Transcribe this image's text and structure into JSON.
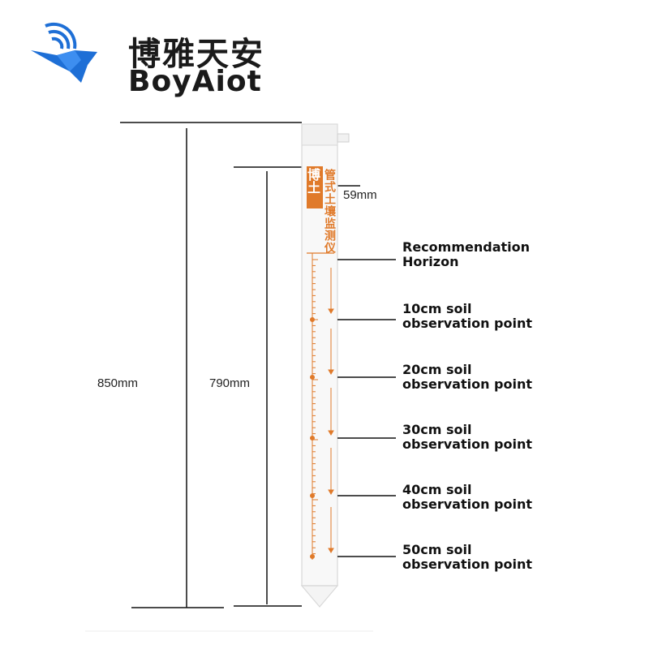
{
  "logo": {
    "name_cn": "博雅天安",
    "name_en": "BoyAiot",
    "brand_color": "#1e6fd6"
  },
  "device": {
    "title_cn": "管式土壤监测仪",
    "badge_cn": "博土",
    "accent_color": "#e07a2a"
  },
  "dimensions": {
    "total": "850mm",
    "buried": "790mm",
    "top": "59mm"
  },
  "labels": [
    {
      "line1": "Recommendation",
      "line2": "Horizon"
    },
    {
      "line1": "10cm soil",
      "line2": "observation point"
    },
    {
      "line1": "20cm soil",
      "line2": "observation point"
    },
    {
      "line1": "30cm soil",
      "line2": "observation point"
    },
    {
      "line1": "40cm soil",
      "line2": "observation point"
    },
    {
      "line1": "50cm soil",
      "line2": "observation point"
    }
  ]
}
